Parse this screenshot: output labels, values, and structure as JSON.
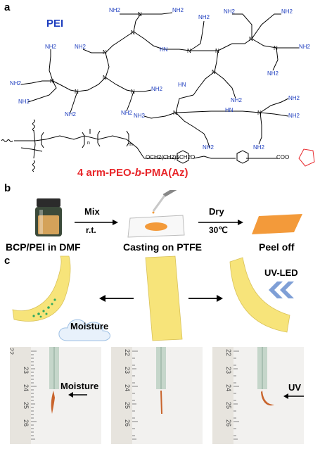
{
  "panels": {
    "a": "a",
    "b": "b",
    "c": "c"
  },
  "panel_a": {
    "pei_label": "PEI",
    "nh2": "NH2",
    "nh": "HN",
    "n": "N",
    "bcp_subscripts": {
      "n": "n",
      "m": "m"
    },
    "side_chain": "OCH2(CH2)5CH2O",
    "side_end": "COO",
    "bcp_title_pre": "4 arm-PEO-",
    "bcp_title_b": "b",
    "bcp_title_post": "-PMA(Az)"
  },
  "panel_b": {
    "step1_label": "BCP/PEI in DMF",
    "arrow1_top": "Mix",
    "arrow1_bottom": "r.t.",
    "step2_label": "Casting on PTFE",
    "arrow2_top": "Dry",
    "arrow2_bottom": "30℃",
    "step3_label": "Peel off"
  },
  "panel_c": {
    "moisture_label": "Moisture",
    "uv_led_label": "UV-LED",
    "photo_moisture_label": "Moisture",
    "photo_uv_label": "UV",
    "ruler_ticks": [
      "22",
      "23",
      "24",
      "25",
      "26"
    ]
  },
  "colors": {
    "amine_blue": "#1f3fbf",
    "title_red": "#e8262a",
    "film_orange": "#f39a3a",
    "film_yellow": "#f7e47a",
    "uv_blue": "#7f9fd6",
    "moisture_green": "#2fa860"
  }
}
